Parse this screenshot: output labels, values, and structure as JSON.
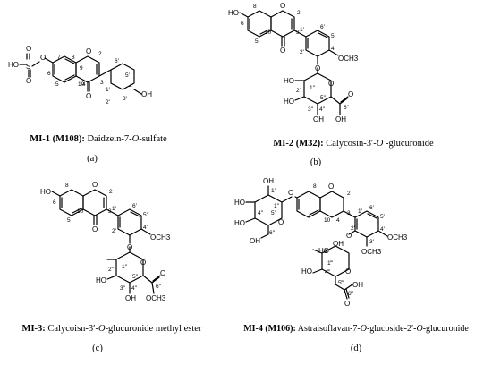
{
  "panels": [
    {
      "id": "a",
      "code": "MI-1 (M108):",
      "name_pre": " Daidzein-7-",
      "name_ital": "O",
      "name_post": "-sulfate",
      "label": "(a)"
    },
    {
      "id": "b",
      "code": "MI-2 (M32):",
      "name_pre": " Calycosin-3′-",
      "name_ital": "O",
      "name_post": " -glucuronide",
      "label": "(b)"
    },
    {
      "id": "c",
      "code": "MI-3:",
      "name_pre": " Calycoisn-3′-",
      "name_ital": "O",
      "name_post": "-glucuronide methyl ester",
      "label": "(c)"
    },
    {
      "id": "d",
      "code": "MI-4 (M106):",
      "name_pre": " Astraisoflavan-7-",
      "name_ital": "O",
      "name_mid": "-glucoside-2′-",
      "name_ital2": "O",
      "name_post": "-glucuronide",
      "label": "(d)"
    }
  ],
  "atoms": {
    "a": {
      "o1": "O",
      "s": "S",
      "o2": "O",
      "o3": "O",
      "ho": "HO",
      "o_ring": "O",
      "o_keto": "O",
      "oh": "OH"
    },
    "b": {
      "ho": "HO",
      "o_ring": "O",
      "o_keto": "O",
      "och3": "OCH3",
      "o_link": "O",
      "ho1": "HO",
      "ho2": "HO",
      "oh": "OH",
      "o_sug": "O",
      "o_acid": "O",
      "oh_acid": "OH"
    },
    "c": {
      "ho": "HO",
      "o_ring": "O",
      "o_keto": "O",
      "och3": "OCH3",
      "o_link": "O",
      "ho1": "HO",
      "oh": "OH",
      "o_sug": "O",
      "o_est": "O",
      "och3_est": "OCH3"
    },
    "d": {
      "o7": "O",
      "oh1": "OH",
      "ho1": "HO",
      "ho2": "HO",
      "o_sug": "O",
      "oh6": "OH",
      "o_ring": "O",
      "ho3": "HO",
      "oh2": "OH",
      "o_link": "O",
      "o_sug2": "O",
      "o_acid": "O",
      "oh_acid": "OH",
      "och3a": "OCH3",
      "och3b": "OCH3",
      "ho4": "HO"
    }
  }
}
